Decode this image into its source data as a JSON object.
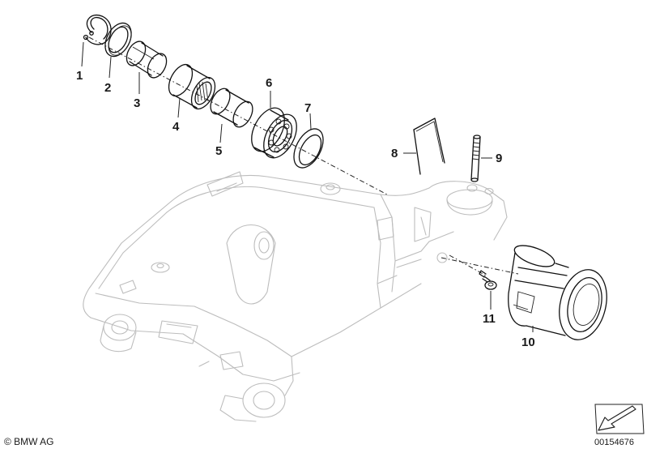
{
  "callouts": [
    {
      "label": "1"
    },
    {
      "label": "2"
    },
    {
      "label": "3"
    },
    {
      "label": "4"
    },
    {
      "label": "5"
    },
    {
      "label": "6"
    },
    {
      "label": "7"
    },
    {
      "label": "8"
    },
    {
      "label": "9"
    },
    {
      "label": "10"
    },
    {
      "label": "11"
    }
  ],
  "footer": {
    "copyright": "© BMW AG",
    "image_number": "00154676"
  },
  "colors": {
    "line": "#111111",
    "ghost": "#bdbdbd",
    "background": "#ffffff"
  }
}
